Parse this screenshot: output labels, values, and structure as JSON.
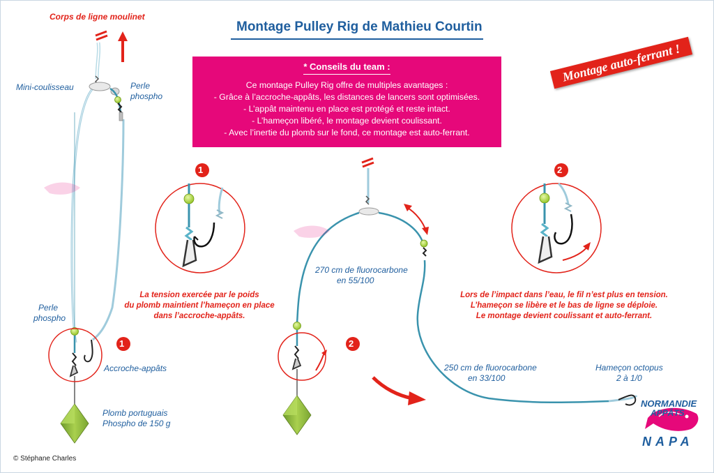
{
  "title": "Montage Pulley Rig de Mathieu Courtin",
  "stamp": "Montage auto-ferrant !",
  "advice": {
    "heading": "* Conseils du team :",
    "lines": [
      "Ce montage Pulley Rig offre de multiples avantages :",
      "- Grâce à l’accroche-appâts, les distances de lancers sont optimisées.",
      "- L’appât maintenu en place est protégé et reste intact.",
      "- L’hameçon libéré, le montage devient coulissant.",
      "- Avec l’inertie du plomb sur le fond, ce montage est  auto-ferrant."
    ]
  },
  "labels": {
    "corps": "Corps de ligne moulinet",
    "mini_coulisseau": "Mini-coulisseau",
    "perle_top_1": "Perle",
    "perle_top_2": "phospho",
    "perle_low_1": "Perle",
    "perle_low_2": "phospho",
    "accroche": "Accroche-appâts",
    "plomb_1": "Plomb portuguais",
    "plomb_2": "Phospho de 150 g",
    "fluoro270_1": "270 cm de fluorocarbone",
    "fluoro270_2": "en 55/100",
    "fluoro250_1": "250 cm de fluorocarbone",
    "fluoro250_2": "en 33/100",
    "hamecon_1": "Hameçon octopus",
    "hamecon_2": "2 à 1/0"
  },
  "captions": {
    "step1": [
      "La tension exercée par le poids",
      "du plomb maintient l’hameçon en place",
      "dans l’accroche-appâts."
    ],
    "step2": [
      "Lors de l’impact dans l’eau, le fil n’est plus en tension.",
      "L’hameçon se libère et le bas de ligne se déploie.",
      "Le montage devient coulissant et auto-ferrant."
    ]
  },
  "step_numbers": {
    "one": "1",
    "two": "2"
  },
  "logo": {
    "line1": "NORMANDIE",
    "line2": "APPÂTS",
    "line3": "NAPA"
  },
  "copyright": "© Stéphane Charles",
  "colors": {
    "line_blue": "#3a93ad",
    "line_light": "#9fcbdc",
    "accent_red": "#e2231a",
    "pink": "#e6087a",
    "bead_green": "#a7d22a",
    "lead_green": "#8dbb3c",
    "title_blue": "#1f5e9e"
  }
}
